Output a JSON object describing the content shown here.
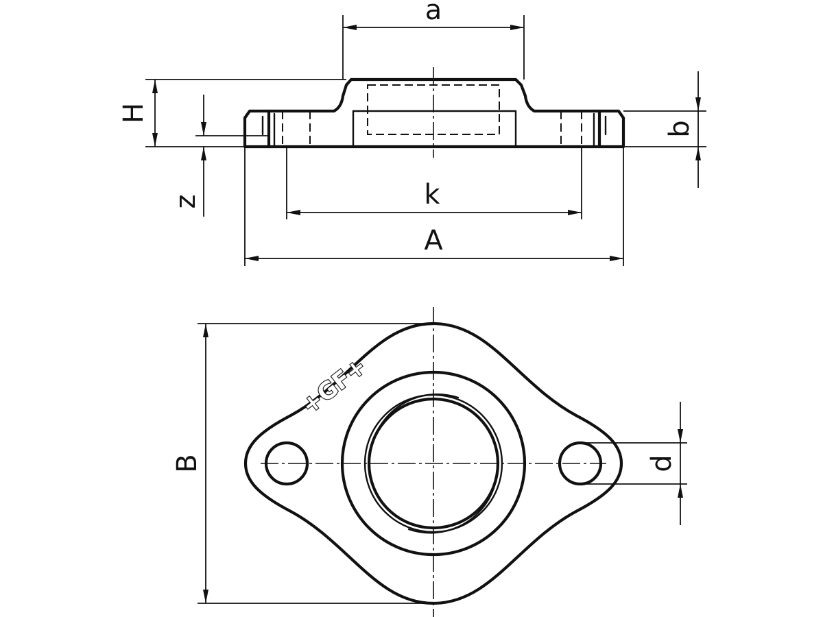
{
  "drawing": {
    "dimensions": {
      "a": "a",
      "H": "H",
      "b": "b",
      "z": "z",
      "k": "k",
      "A": "A",
      "B": "B",
      "d": "d"
    },
    "logo": "+GF+"
  }
}
